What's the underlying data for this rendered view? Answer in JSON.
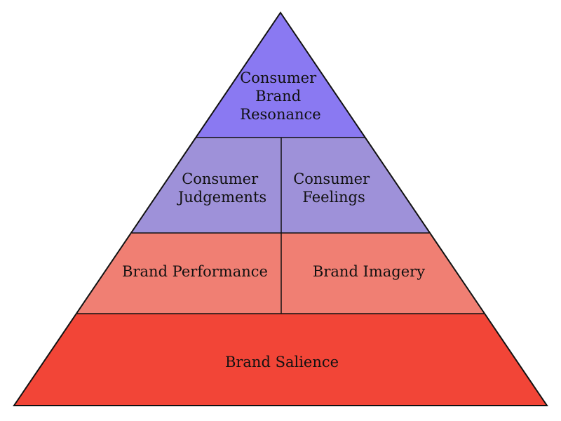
{
  "pyramid": {
    "levels": [
      {
        "cells": [
          {
            "lines": [
              "Consumer",
              "Brand",
              "Resonance"
            ]
          }
        ]
      },
      {
        "cells": [
          {
            "lines": [
              "Consumer",
              "Judgements"
            ]
          },
          {
            "lines": [
              "Consumer",
              "Feelings"
            ]
          }
        ]
      },
      {
        "cells": [
          {
            "lines": [
              "Brand Performance"
            ]
          },
          {
            "lines": [
              "Brand Imagery"
            ]
          }
        ]
      },
      {
        "cells": [
          {
            "lines": [
              "Brand Salience"
            ]
          }
        ]
      }
    ],
    "colors": {
      "resonance": "#8A79F2",
      "judgements_feelings": "#9E91D9",
      "performance_imagery": "#F07F73",
      "salience": "#F24537",
      "outline": "#111111"
    }
  }
}
